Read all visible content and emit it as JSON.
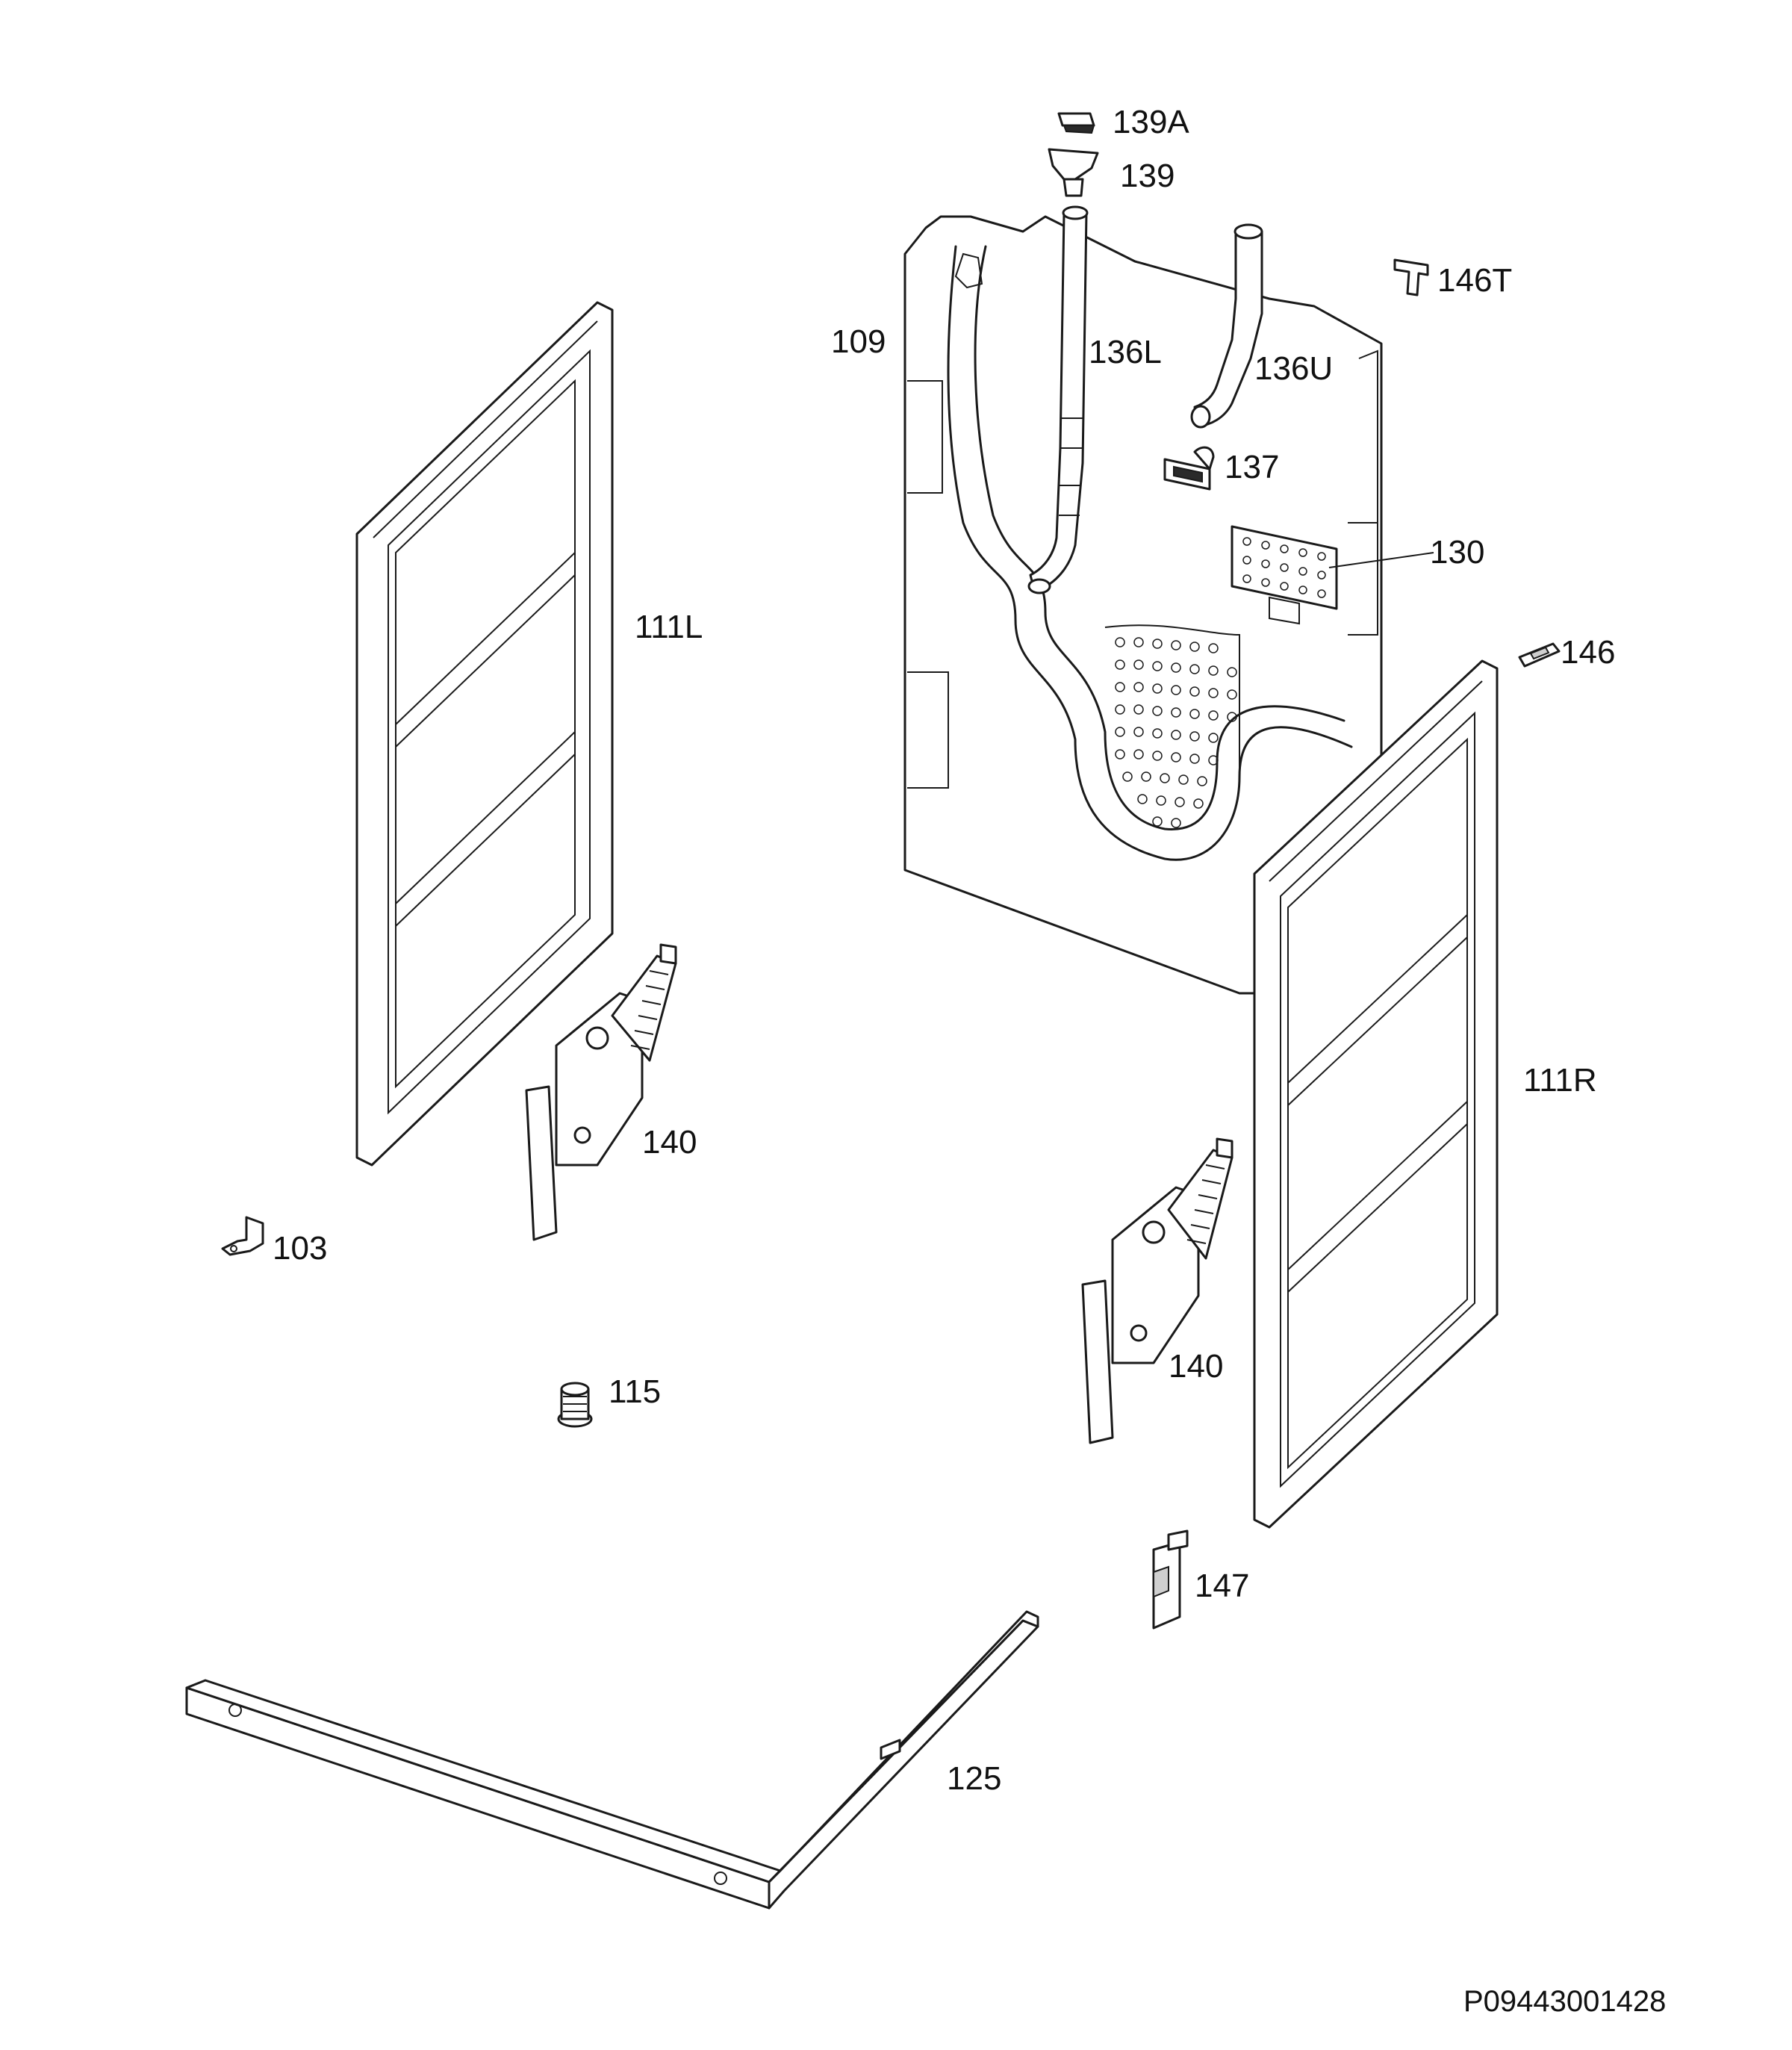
{
  "diagram": {
    "ink_color": "#1a1a1a",
    "background": "#ffffff",
    "parts": [
      {
        "key": "p139A",
        "label": "139A"
      },
      {
        "key": "p139",
        "label": "139"
      },
      {
        "key": "p146T",
        "label": "146T"
      },
      {
        "key": "p109",
        "label": "109"
      },
      {
        "key": "p136L",
        "label": "136L"
      },
      {
        "key": "p136U",
        "label": "136U"
      },
      {
        "key": "p137",
        "label": "137"
      },
      {
        "key": "p130",
        "label": "130"
      },
      {
        "key": "p146",
        "label": "146"
      },
      {
        "key": "p111L",
        "label": "111L"
      },
      {
        "key": "p111R",
        "label": "111R"
      },
      {
        "key": "p140a",
        "label": "140"
      },
      {
        "key": "p140b",
        "label": "140"
      },
      {
        "key": "p103",
        "label": "103"
      },
      {
        "key": "p115",
        "label": "115"
      },
      {
        "key": "p147",
        "label": "147"
      },
      {
        "key": "p125",
        "label": "125"
      }
    ],
    "drawing_code": "P09443001428"
  }
}
